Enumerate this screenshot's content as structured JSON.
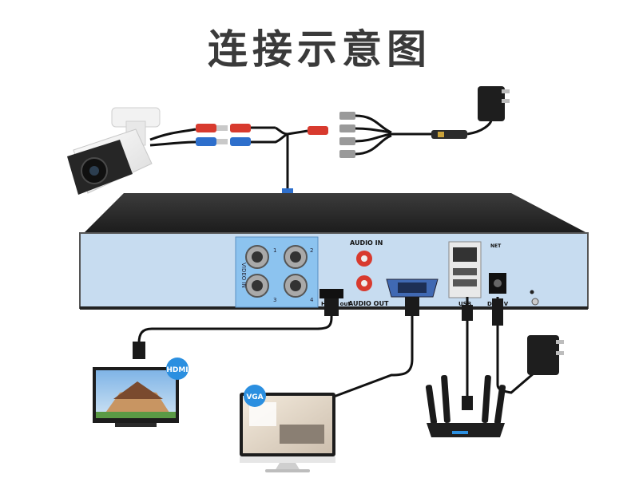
{
  "title": "连接示意图",
  "panel_labels": {
    "video_in": "VIDEO IN",
    "audio_in": "AUDIO IN",
    "audio_out": "AUDIO OUT",
    "hdmi_out": "HDMI out",
    "usb": "USB",
    "net": "NET",
    "dc": "DC12V"
  },
  "device_labels": {
    "hdmi": "HDMI",
    "vga": "VGA"
  },
  "channel_numbers": [
    "1",
    "2",
    "3",
    "4"
  ]
}
